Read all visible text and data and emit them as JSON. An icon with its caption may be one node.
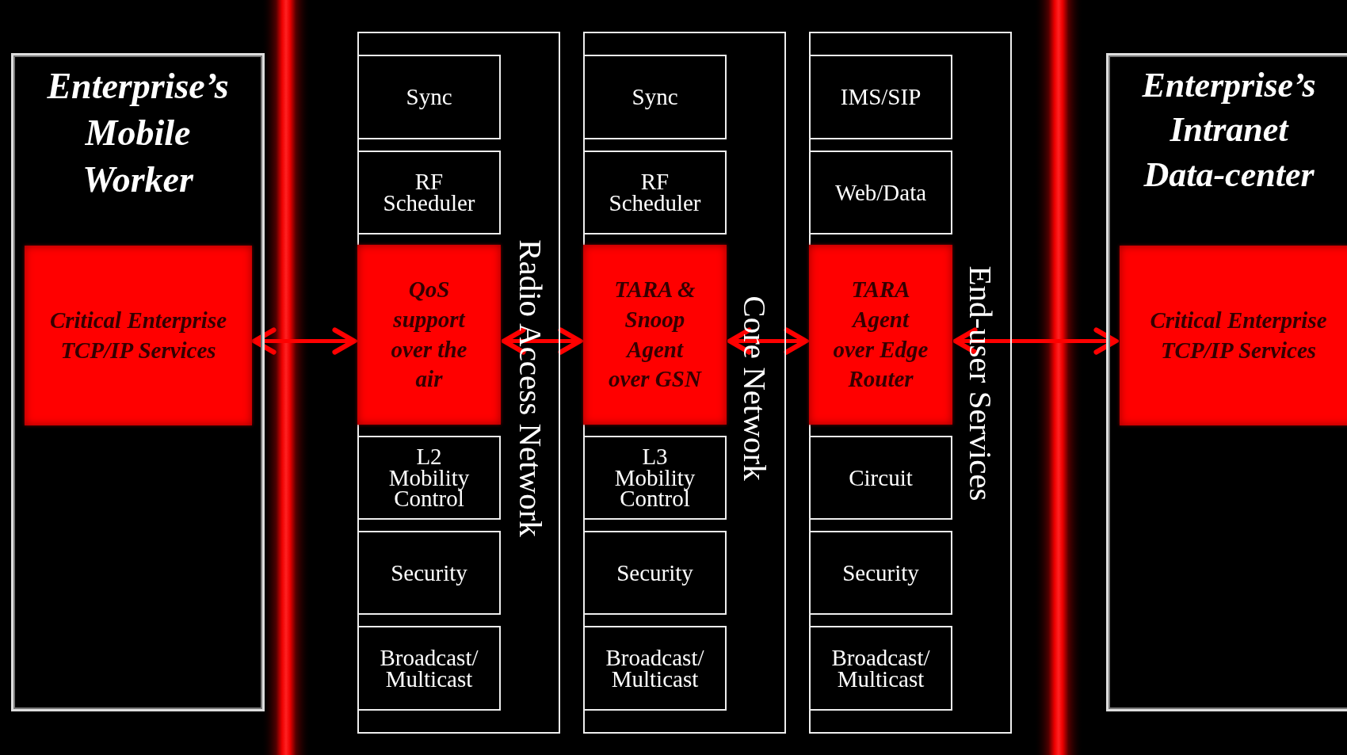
{
  "diagram": {
    "nodes": [
      {
        "text": [
          "Enterprise’s Mobile Worker"
        ]
      },
      {
        "text": [
          "Critical Enterprise TCP/IP Services"
        ],
        "in": 0
      },
      {
        "text": [
          "Radio Access Network"
        ]
      },
      {
        "text": [
          "Sync"
        ],
        "in": 2
      },
      {
        "text": [
          "RF Scheduler"
        ],
        "in": 2
      },
      {
        "text": [
          "QoS support over the air"
        ],
        "in": 2
      },
      {
        "text": [
          "L2 Mobility Control"
        ],
        "in": 2
      },
      {
        "text": [
          "Security"
        ],
        "in": 2
      },
      {
        "text": [
          "Broadcast/ Multicast"
        ],
        "in": 2
      },
      {
        "text": [
          "Core Network"
        ]
      },
      {
        "text": [
          "Sync"
        ],
        "in": 9
      },
      {
        "text": [
          "RF Scheduler"
        ],
        "in": 9
      },
      {
        "text": [
          "TARA & Snoop Agent over GSN"
        ],
        "in": 9
      },
      {
        "text": [
          "L3 Mobility Control"
        ],
        "in": 9
      },
      {
        "text": [
          "Security"
        ],
        "in": 9
      },
      {
        "text": [
          "Broadcast/ Multicast"
        ],
        "in": 9
      },
      {
        "text": [
          "End-user Services"
        ]
      },
      {
        "text": [
          "IMS/SIP"
        ],
        "in": 16
      },
      {
        "text": [
          "Web/Data"
        ],
        "in": 16
      },
      {
        "text": [
          "TARA Agent over Edge Router"
        ],
        "in": 16
      },
      {
        "text": [
          "Circuit"
        ],
        "in": 16
      },
      {
        "text": [
          "Security"
        ],
        "in": 16
      },
      {
        "text": [
          "Broadcast/ Multicast"
        ],
        "in": 16
      },
      {
        "text": [
          "Enterprise’s Intranet Data-center"
        ]
      },
      {
        "text": [
          "Critical Enterprise TCP/IP Services"
        ],
        "in": 23
      }
    ],
    "edges": [
      {
        "from": 1,
        "to": 5,
        "arrow": "both"
      },
      {
        "from": 5,
        "to": 12,
        "arrow": "both"
      },
      {
        "from": 12,
        "to": 19,
        "arrow": "both"
      },
      {
        "from": 19,
        "to": 24,
        "arrow": "both"
      }
    ]
  }
}
